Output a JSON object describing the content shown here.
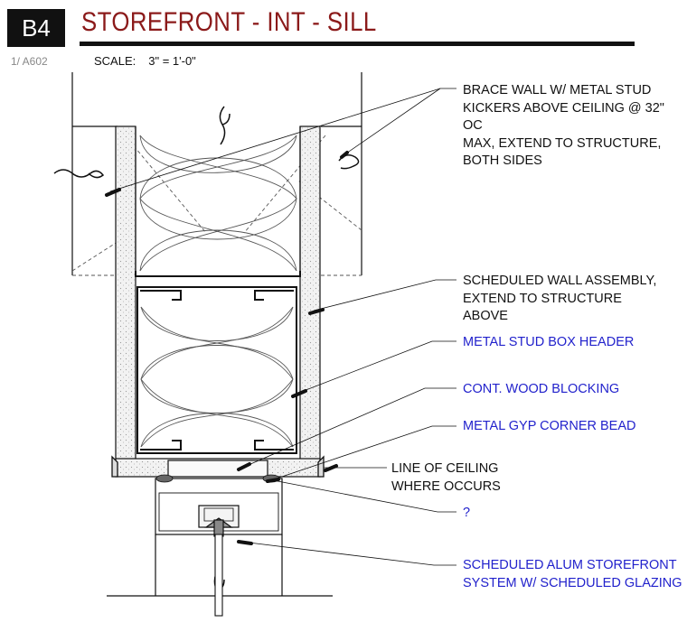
{
  "header": {
    "tag": "B4",
    "title": "STOREFRONT - INT - SILL",
    "sheet_ref": "1/ A602",
    "scale_label": "SCALE:",
    "scale_value": "3\" = 1'-0\""
  },
  "notes": [
    {
      "id": "brace-wall",
      "text": "BRACE WALL W/ METAL STUD\nKICKERS ABOVE CEILING @ 32\" OC\nMAX, EXTEND TO STRUCTURE,\nBOTH SIDES",
      "color": "#111111"
    },
    {
      "id": "wall-assembly",
      "text": "SCHEDULED WALL ASSEMBLY,\nEXTEND TO STRUCTURE\nABOVE",
      "color": "#111111"
    },
    {
      "id": "box-header",
      "text": "METAL STUD BOX HEADER",
      "color": "#2222cc"
    },
    {
      "id": "wood-blocking",
      "text": "CONT. WOOD BLOCKING",
      "color": "#2222cc"
    },
    {
      "id": "corner-bead",
      "text": "METAL GYP CORNER BEAD",
      "color": "#2222cc"
    },
    {
      "id": "ceiling-line",
      "text": "LINE OF CEILING\nWHERE OCCURS",
      "color": "#111111"
    },
    {
      "id": "unknown",
      "text": "?",
      "color": "#2222cc"
    },
    {
      "id": "storefront",
      "text": "SCHEDULED ALUM STOREFRONT\nSYSTEM W/ SCHEDULED GLAZING",
      "color": "#2222cc"
    }
  ],
  "colors": {
    "title": "#8b1a1a",
    "note_blue": "#2222cc",
    "line": "#111111",
    "gyp_fill": "#efefef"
  }
}
